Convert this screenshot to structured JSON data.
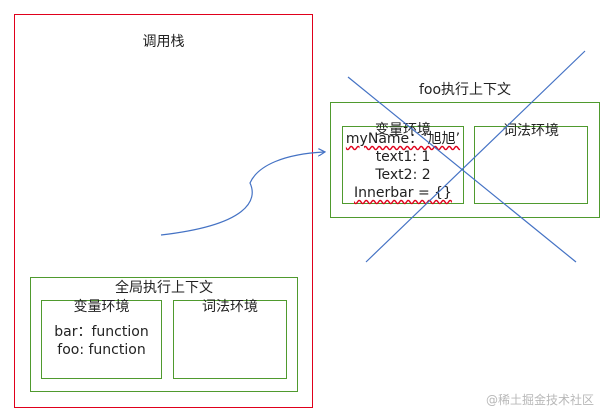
{
  "call_stack": {
    "title": "调用栈"
  },
  "global_context": {
    "title": "全局执行上下文",
    "variable_env": {
      "title": "变量环境",
      "lines": [
        "bar：function",
        "foo: function"
      ]
    },
    "lexical_env": {
      "title": "词法环境"
    }
  },
  "foo_context": {
    "title": "foo执行上下文",
    "variable_env": {
      "title": "变量环境",
      "lines": [
        "myName：‘旭旭’",
        "text1: 1",
        "Text2: 2",
        "Innerbar = {}"
      ]
    },
    "lexical_env": {
      "title": "词法环境"
    },
    "crossed_out": true
  },
  "colors": {
    "stack_border": "#e0001b",
    "context_border": "#4f9a2e",
    "lines": "#4472c4"
  },
  "watermark": "@稀土掘金技术社区"
}
